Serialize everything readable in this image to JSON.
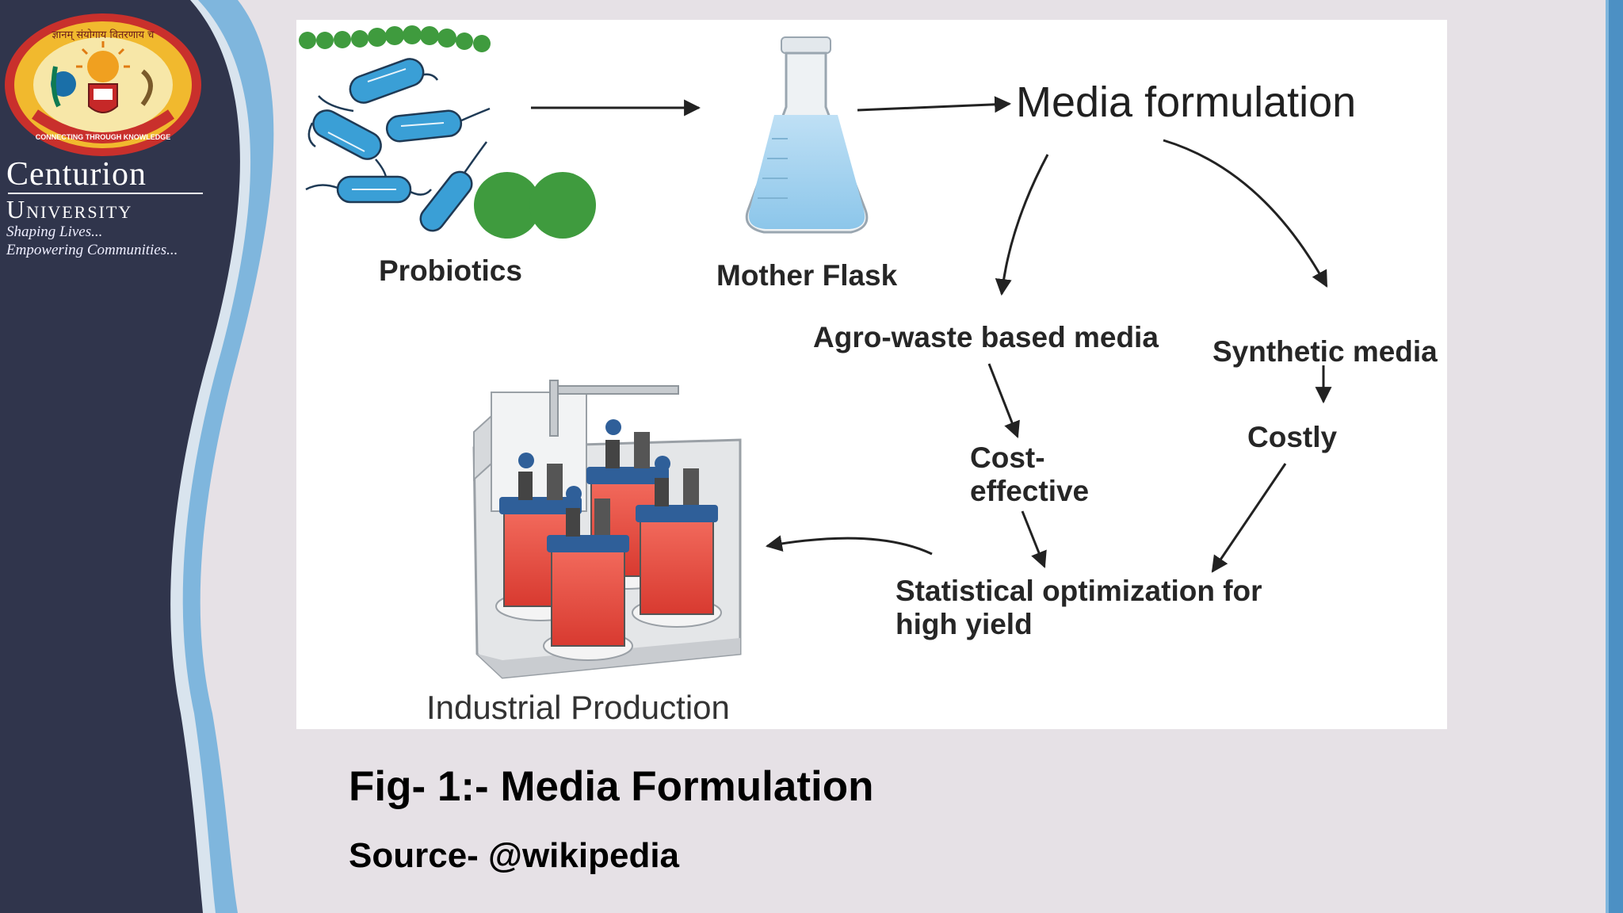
{
  "sidebar": {
    "logo_ring_text": "ज्ञानम् संयोगाय वितरणाय च",
    "logo_motto": "CONNECTING THROUGH KNOWLEDGE",
    "name_line1": "Centurion",
    "name_line2": "University",
    "tagline1": "Shaping Lives...",
    "tagline2": "Empowering Communities..."
  },
  "diagram": {
    "probiotics": "Probiotics",
    "mother_flask": "Mother Flask",
    "media_formulation": "Media formulation",
    "agro_waste": "Agro-waste  based media",
    "synthetic": "Synthetic media",
    "cost_line1": "Cost-",
    "cost_line2": "effective",
    "costly": "Costly",
    "stat_line1": "Statistical optimization for",
    "stat_line2": "high yield",
    "industrial": "Industrial Production"
  },
  "caption": {
    "figure": "Fig- 1:- Media Formulation",
    "source": "Source- @wikipedia"
  },
  "colors": {
    "sidebar": "#30354c",
    "accent": "#7fb6dd",
    "background": "#e6e1e6",
    "bacteria": "#3a9fd6",
    "cocci": "#3f9b3e",
    "media_red": "#e8453c"
  }
}
